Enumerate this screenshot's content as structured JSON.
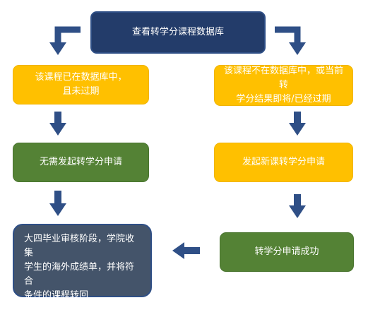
{
  "nodes": {
    "start": {
      "label": "查看转学分课程数据库"
    },
    "left_condition": {
      "line1": "该课程已在数据库中，",
      "line2": "且未过期"
    },
    "right_condition": {
      "line1": "该课程不在数据库中，或当前转",
      "line2": "学分结果即将/已经过期"
    },
    "left_action": {
      "label": "无需发起转学分申请"
    },
    "right_action": {
      "label": "发起新课转学分申请"
    },
    "right_success": {
      "label": "转学分申请成功"
    },
    "final": {
      "line1": "大四毕业审核阶段，学院收集",
      "line2": "学生的海外成绩单，并将符合",
      "line3": "条件的课程转回"
    }
  },
  "colors": {
    "navy": "#233c6a",
    "amber": "#ffc000",
    "green": "#548235",
    "slate": "#44546a",
    "arrow": "#2f4f86"
  }
}
